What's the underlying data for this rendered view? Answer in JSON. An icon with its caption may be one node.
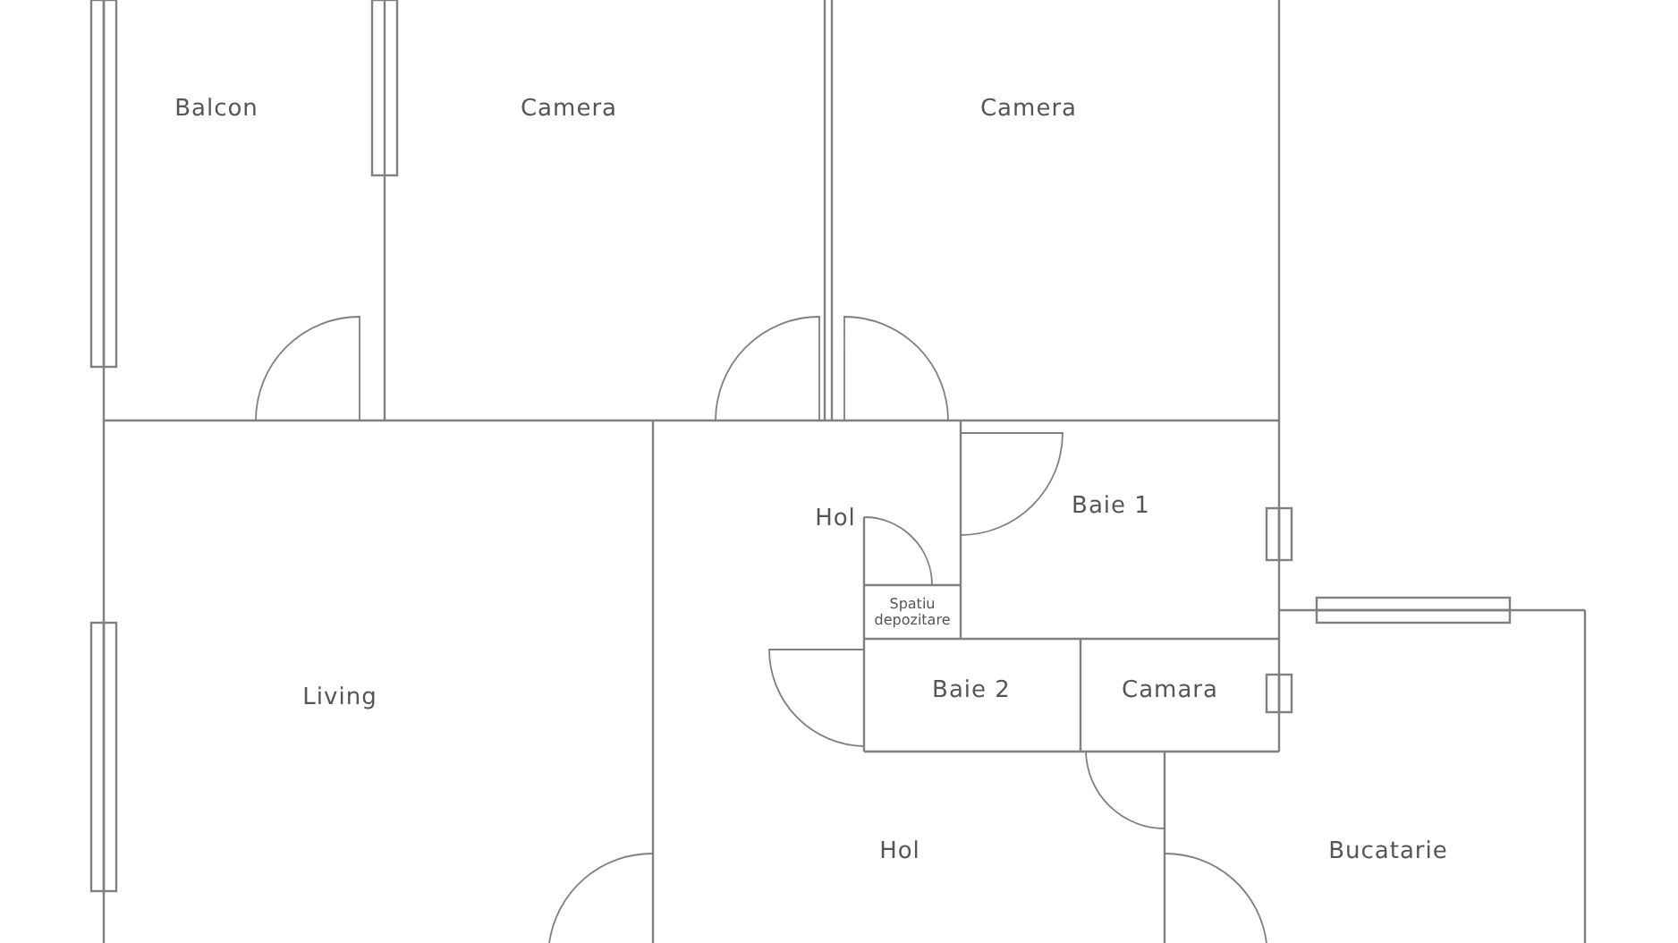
{
  "diagram": {
    "labels": [
      "Balcon",
      "Camera",
      "Camera",
      "Hol",
      "Baie 1",
      "Spatiu depozitare",
      "Living",
      "Baie 2",
      "Camara",
      "Hol",
      "Bucatarie"
    ]
  }
}
